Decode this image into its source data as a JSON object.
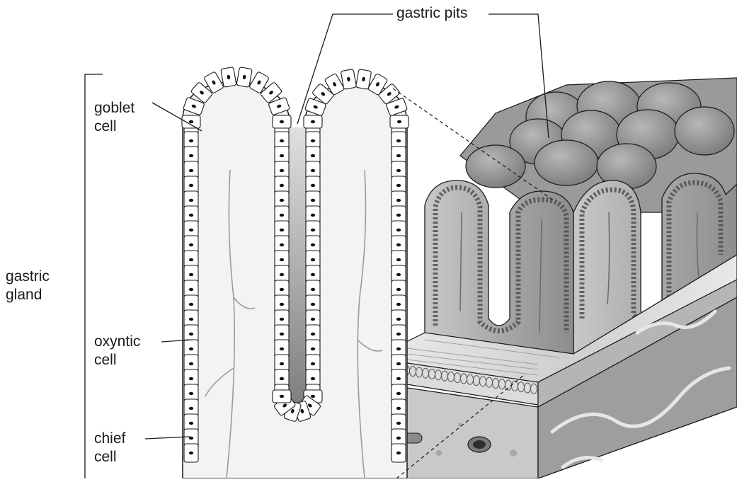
{
  "labels": {
    "gastric_pits": "gastric pits",
    "goblet_cell": [
      "goblet",
      "cell"
    ],
    "gastric_gland": [
      "gastric",
      "gland"
    ],
    "oxyntic_cell": [
      "oxyntic",
      "cell"
    ],
    "chief_cell": [
      "chief",
      "cell"
    ]
  },
  "colors": {
    "outline": "#1a1a1a",
    "lumen_light": "#f2f2f2",
    "lumen_dark": "#8a8a8a",
    "block_mid": "#9c9c9c",
    "block_dark": "#6e6e6e",
    "block_light": "#d6d6d6"
  }
}
